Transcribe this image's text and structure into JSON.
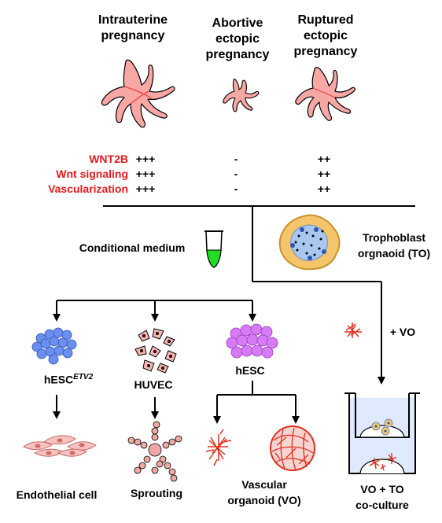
{
  "pregnancy_types": [
    {
      "label_line1": "Intrauterine",
      "label_line2": "pregnancy",
      "label_line3": ""
    },
    {
      "label_line1": "Abortive",
      "label_line2": "ectopic",
      "label_line3": "pregnancy"
    },
    {
      "label_line1": "Ruptured",
      "label_line2": "ectopic",
      "label_line3": "pregnancy"
    }
  ],
  "factors": [
    "WNT2B",
    "Wnt signaling",
    "Vascularization"
  ],
  "scores": [
    [
      "+++",
      "-",
      "++"
    ],
    [
      "+++",
      "-",
      "++"
    ],
    [
      "+++",
      "-",
      "++"
    ]
  ],
  "middle": {
    "conditional_medium": "Conditional medium",
    "trophoblast_line1": "Trophoblast",
    "trophoblast_line2": "orgnaoid (TO)"
  },
  "branches": {
    "hesc_etv2_base": "hESC",
    "hesc_etv2_sup": "ETV2",
    "huvec": "HUVEC",
    "hesc": "hESC",
    "plus_vo": "+ VO"
  },
  "outcomes": {
    "endothelial": "Endothelial cell",
    "sprouting": "Sprouting",
    "vascular_line1": "Vascular",
    "vascular_line2": "organoid (VO)",
    "coculture_line1": "VO + TO",
    "coculture_line2": "co-culture"
  },
  "colors": {
    "factor_red": "#e31a1c",
    "villi_fill": "#f7a7a4",
    "villi_stroke": "#000000",
    "medium_green": "#22dd22",
    "cell_blue": "#6a8ff0",
    "cell_purple": "#d67bf5",
    "huvec_pink": "#f1b7b4",
    "vessel_red": "#e0301e"
  }
}
